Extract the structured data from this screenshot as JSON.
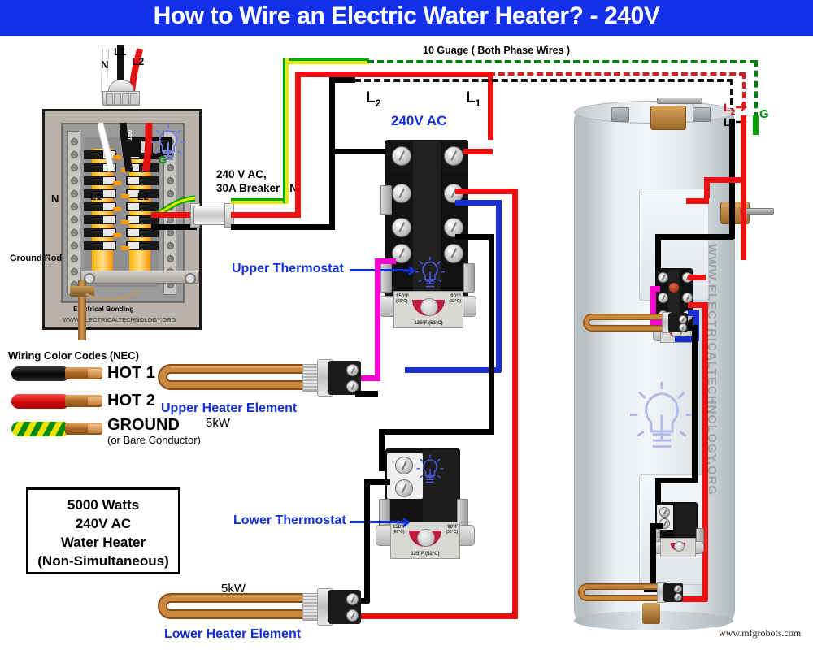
{
  "header": {
    "title": "How to Wire an Electric Water Heater? - 240V",
    "bar_color": "#1330e8"
  },
  "notes": {
    "gauge": "10 Guage ( Both Phase Wires )",
    "breaker_in_line1": "240 V AC,",
    "breaker_in_line2": "30A Breaker (IN)",
    "voltage_ac": "240V AC",
    "bonding": "Electrical Bonding",
    "site_watermark": "WWW.ELECTRICALTECHNOLOGY.ORG",
    "tank_watermark": "WWW.ELECTRICALTECHNOLOGY.ORG",
    "mfg_watermark": "www.mfgrobots.com",
    "ground_rod": "Ground Rod"
  },
  "service_labels": {
    "neutral": "N",
    "line1": "L1",
    "line2": "L2"
  },
  "panel_labels": {
    "neutral": "N",
    "line1": "L1",
    "line2": "L2",
    "ground": "G",
    "main_breaker_amps": "150"
  },
  "feeder_labels": {
    "l2": "L",
    "l2_sub": "2",
    "l1": "L",
    "l1_sub": "1"
  },
  "tank_labels": {
    "l2": "L",
    "l2_sub": "2",
    "l1": "L",
    "l1_sub": "1",
    "ground": "G"
  },
  "callouts": {
    "upper_thermostat": "Upper Thermostat",
    "lower_thermostat": "Lower Thermostat",
    "upper_element": "Upper Heater Element",
    "upper_element_power": "5kW",
    "lower_element": "Lower Heater Element",
    "lower_element_power": "5kW"
  },
  "thermostat_dial": {
    "left_f": "150°F",
    "left_c": "(66°C)",
    "right_f": "90°F",
    "right_c": "(32°C)",
    "set_point": "125°F  (52°C)"
  },
  "legend": {
    "title": "Wiring Color Codes (NEC)",
    "items": [
      {
        "label": "HOT 1",
        "sub": "",
        "color": "#111111"
      },
      {
        "label": "HOT 2",
        "sub": "",
        "color": "#e61212"
      },
      {
        "label": "GROUND",
        "sub": "(or Bare Conductor)",
        "color": "#00a000"
      }
    ]
  },
  "spec_box": {
    "line1": "5000 Watts",
    "line2": "240V AC",
    "line3": "Water Heater",
    "line4": "(Non-Simultaneous)"
  },
  "colors": {
    "hot1_black": "#111111",
    "hot2_red": "#ee1111",
    "ground_green": "#00a000",
    "neutral_white": "#ffffff",
    "jumper_blue": "#1a2fd0",
    "jumper_magenta": "#ff00d0",
    "callout_blue": "#1230d8"
  }
}
